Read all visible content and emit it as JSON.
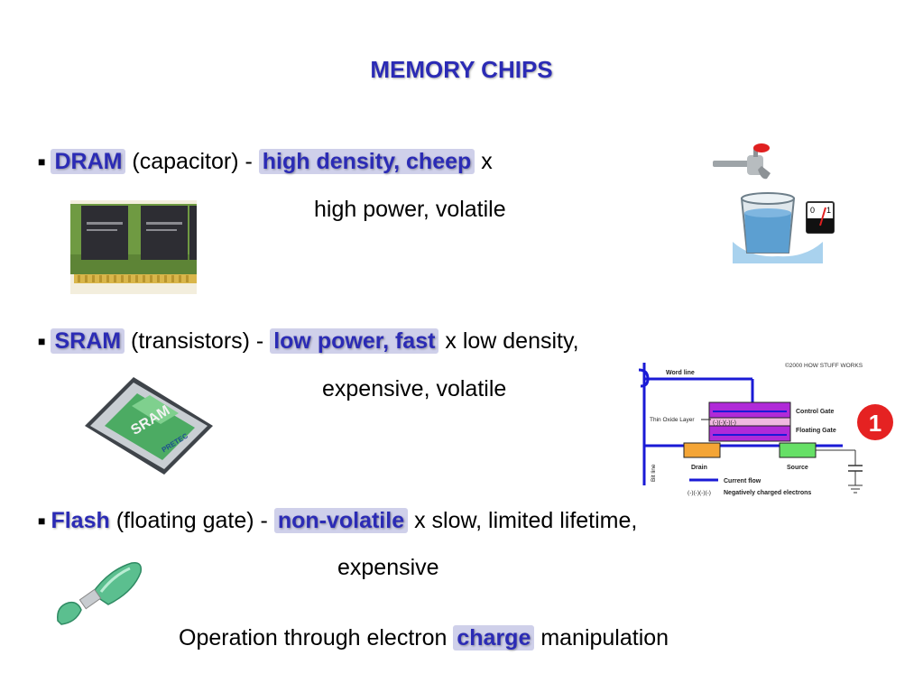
{
  "slide": {
    "title": "MEMORY CHIPS",
    "dram": {
      "bullet": "■",
      "name": "DRAM",
      "detail": "(capacitor) -",
      "pro": "high density, cheep",
      "x": "x",
      "con": "high power, volatile"
    },
    "sram": {
      "bullet": "■",
      "name": "SRAM",
      "detail": "(transistors) -",
      "pro": "low power, fast",
      "con1": "x low density,",
      "con2": "expensive, volatile",
      "card_label": "SRAM",
      "card_brand": "PRETEC"
    },
    "flash": {
      "bullet": "■",
      "name": "Flash",
      "detail": "(floating gate) -",
      "pro": "non-volatile",
      "con1": "x slow, limited lifetime,",
      "con2": "expensive"
    },
    "footer": {
      "pre": "Operation through electron",
      "key": "charge",
      "post": "manipulation"
    },
    "diagram": {
      "copyright": "©2000 HOW STUFF WORKS",
      "word_line": "Word line",
      "control_gate": "Control Gate",
      "thin_oxide": "Thin Oxide Layer",
      "floating_gate": "Floating Gate",
      "drain": "Drain",
      "source": "Source",
      "bit_line": "Bit line",
      "current_flow": "Current flow",
      "electrons_symbol": "(-)(-)(-)(-)",
      "negatively": "Negatively charged electrons",
      "step": "1",
      "gauge_zero": "0",
      "gauge_one": "1"
    },
    "colors": {
      "accent": "#2b2bb5",
      "highlight": "#cfd0ea",
      "wire_blue": "#1a1ad6",
      "gate_purple": "#b02ad8",
      "drain_orange": "#f4a536",
      "source_green": "#66e066",
      "badge_red": "#e52222"
    }
  }
}
